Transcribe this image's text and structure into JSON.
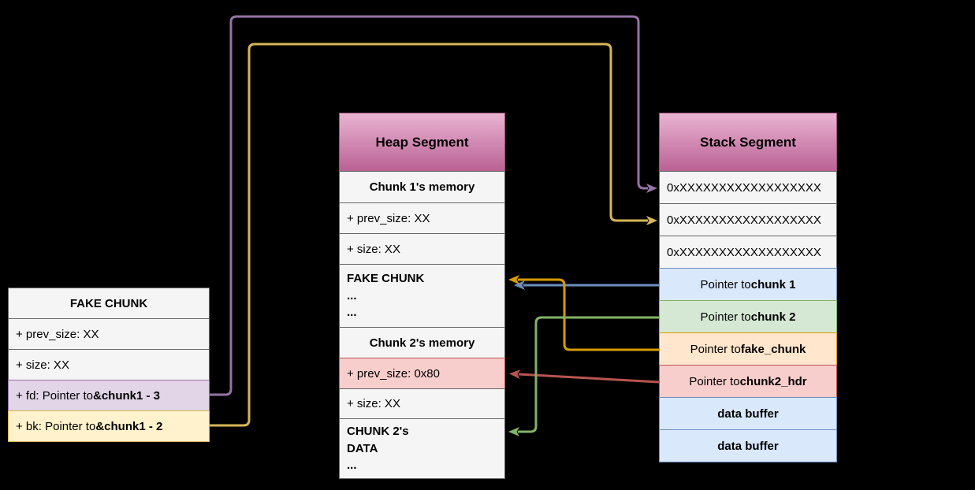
{
  "fake_chunk_table": {
    "title": "FAKE CHUNK",
    "prev_size": "+ prev_size: XX",
    "size": "+ size: XX",
    "fd_prefix": "+ fd: Pointer to ",
    "fd_bold": "&chunk1 - 3",
    "bk_prefix": "+ bk: Pointer to ",
    "bk_bold": "&chunk1 - 2"
  },
  "heap_segment": {
    "title": "Heap Segment",
    "chunk1_header": "Chunk 1's memory",
    "chunk1_prev_size": "+ prev_size: XX",
    "chunk1_size": "+ size: XX",
    "fake_chunk_label": "FAKE CHUNK",
    "fake_chunk_dots1": "...",
    "fake_chunk_dots2": "...",
    "chunk2_header": "Chunk 2's memory",
    "chunk2_prev_size": "+ prev_size: 0x80",
    "chunk2_size": "+ size: XX",
    "chunk2_data_line1": "CHUNK 2's",
    "chunk2_data_line2": "DATA",
    "chunk2_data_dots": "..."
  },
  "stack_segment": {
    "title": "Stack Segment",
    "address1": "0xXXXXXXXXXXXXXXXXXX",
    "address2": "0xXXXXXXXXXXXXXXXXXX",
    "address3": "0xXXXXXXXXXXXXXXXXXX",
    "pointer_prefix": "Pointer to ",
    "chunk1_name": "chunk 1",
    "chunk2_name": "chunk 2",
    "fake_chunk_name": "fake_chunk",
    "chunk2_hdr_name": "chunk2_hdr",
    "data_buffer_1": "data buffer",
    "data_buffer_2": "data buffer"
  },
  "arrows": {
    "fd_arrow_color": "#9673a6",
    "bk_arrow_color": "#d6b656",
    "chunk1_arrow_color": "#6c8ebf",
    "chunk2_arrow_color": "#82b366",
    "fake_chunk_arrow_color": "#d79b00",
    "chunk2_hdr_arrow_color": "#b85450"
  },
  "palette": {
    "background": "#000000",
    "segment_header_top": "#e9b4d2",
    "segment_header_bottom": "#ba6195",
    "plain_cell": "#f5f5f5",
    "purple_cell": "#e1d5e7",
    "yellow_cell": "#fff2cc",
    "blue_cell": "#dae8fc",
    "green_cell": "#d5e8d4",
    "orange_cell": "#ffe6cc",
    "red_cell": "#f8cecc"
  }
}
